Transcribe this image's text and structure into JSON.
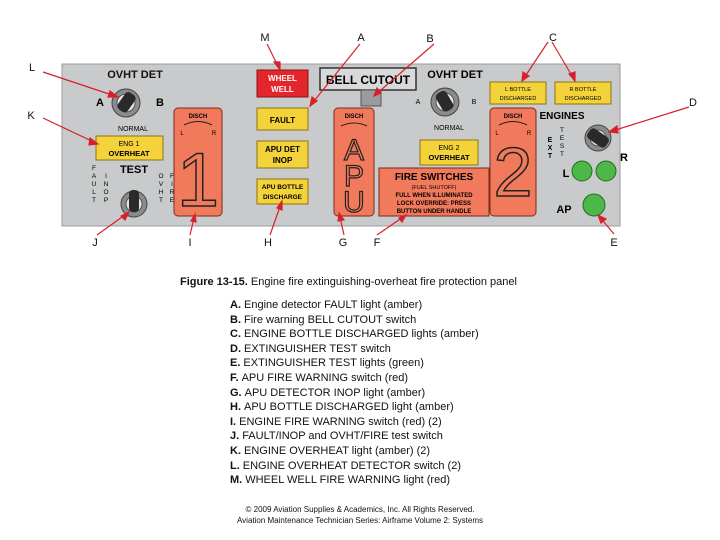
{
  "callouts": {
    "M": "M",
    "A_top": "A",
    "B_top": "B",
    "C": "C",
    "L": "L",
    "K": "K",
    "D": "D",
    "J": "J",
    "I": "I",
    "H": "H",
    "G": "G",
    "F": "F",
    "E": "E"
  },
  "panel": {
    "ovht_det_1": "OVHT DET",
    "ovht_det_2": "OVHT DET",
    "switch_a_1": "A",
    "switch_b_1": "B",
    "switch_a_2": "A",
    "switch_b_2": "B",
    "normal_1": "NORMAL",
    "normal_2": "NORMAL",
    "wheel_well_line1": "WHEEL",
    "wheel_well_line2": "WELL",
    "bell_cutout": "BELL CUTOUT",
    "l_bottle_line1": "L BOTTLE",
    "l_bottle_line2": "DISCHARGED",
    "r_bottle_line1": "R BOTTLE",
    "r_bottle_line2": "DISCHARGED",
    "engines": "ENGINES",
    "test_vertical": [
      "T",
      "E",
      "S",
      "T"
    ],
    "ext_vertical": [
      "E",
      "X",
      "T"
    ],
    "eng1_line1": "ENG 1",
    "eng1_line2": "OVERHEAT",
    "test_label": "TEST",
    "fault_vertical": [
      "F",
      "A",
      "U",
      "L",
      "T"
    ],
    "inop_vertical": [
      "I",
      "N",
      "O",
      "P"
    ],
    "ovht_vertical": [
      "O",
      "V",
      "H",
      "T"
    ],
    "fire_vertical": [
      "F",
      "I",
      "R",
      "E"
    ],
    "fault_light": "FAULT",
    "apu_det_line1": "APU DET",
    "apu_det_line2": "INOP",
    "apu_bottle_line1": "APU BOTTLE",
    "apu_bottle_line2": "DISCHARGE",
    "handle1_disch": "DISCH",
    "handle1_num": "1",
    "handle1_l": "L",
    "handle1_r": "R",
    "apu_disch": "DISCH",
    "apu_letters": [
      "A",
      "P",
      "U"
    ],
    "handle2_disch": "DISCH",
    "handle2_num": "2",
    "handle2_l": "L",
    "handle2_r": "R",
    "eng2_line1": "ENG 2",
    "eng2_line2": "OVERHEAT",
    "fire_switches_title": "FIRE SWITCHES",
    "fire_switches_lines": [
      "(FUEL SHUTOFF)",
      "FULL WHEN ILLUMINATED",
      "LOCK OVERRIDE: PRESS",
      "BUTTON UNDER HANDLE"
    ],
    "r_label": "R",
    "l_label": "L",
    "ap_label": "AP"
  },
  "caption": {
    "figure_label": "Figure 13-15.",
    "figure_title": " Engine fire extinguishing-overheat fire protection panel"
  },
  "legend": [
    {
      "key": "A.",
      "text": "Engine detector FAULT light (amber)"
    },
    {
      "key": "B.",
      "text": "Fire warning BELL CUTOUT switch"
    },
    {
      "key": "C.",
      "text": "ENGINE BOTTLE DISCHARGED lights (amber)"
    },
    {
      "key": "D.",
      "text": "EXTINGUISHER TEST switch"
    },
    {
      "key": "E.",
      "text": "EXTINGUISHER TEST lights (green)"
    },
    {
      "key": "F.",
      "text": "APU FIRE WARNING switch (red)"
    },
    {
      "key": "G.",
      "text": "APU DETECTOR INOP light (amber)"
    },
    {
      "key": "H.",
      "text": "APU BOTTLE DISCHARGED light (amber)"
    },
    {
      "key": "I.",
      "text": "ENGINE FIRE WARNING switch (red) (2)"
    },
    {
      "key": "J.",
      "text": "FAULT/INOP and OVHT/FIRE test switch"
    },
    {
      "key": "K.",
      "text": "ENGINE OVERHEAT light (amber) (2)"
    },
    {
      "key": "L.",
      "text": "ENGINE OVERHEAT DETECTOR switch (2)"
    },
    {
      "key": "M.",
      "text": "WHEEL WELL FIRE WARNING light (red)"
    }
  ],
  "copyright_line1": "© 2009 Aviation Supplies & Academics, Inc. All Rights Reserved.",
  "copyright_line2": "Aviation Maintenance Technician Series: Airframe Volume 2: Systems",
  "colors": {
    "panel": "#c9cacb",
    "red_light": "#e3262b",
    "amber_light": "#f3d23a",
    "handle_orange": "#f27a5c",
    "green_light": "#4db848",
    "callout_red": "#d8202a"
  }
}
